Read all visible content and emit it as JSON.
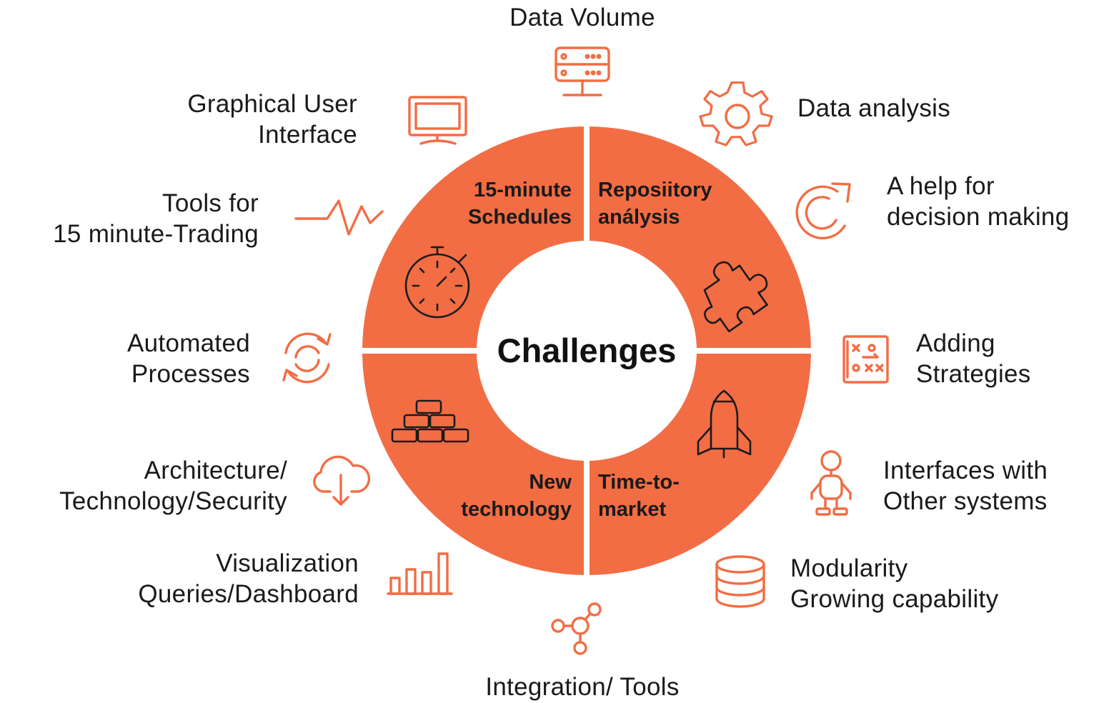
{
  "colors": {
    "accent": "#F26D44",
    "ring": "#F26D44",
    "text": "#1A1A1A",
    "background": "#FFFFFF"
  },
  "center_label": "Challenges",
  "segments": [
    {
      "id": "top-left",
      "line1": "15-minute",
      "line2": "Schedules",
      "icon": "stopwatch-icon"
    },
    {
      "id": "top-right",
      "line1": "Reposiitory",
      "line2": "análysis",
      "icon": "puzzle-piece-icon"
    },
    {
      "id": "bottom-left",
      "line1": "New",
      "line2": "technology",
      "icon": "brick-stack-icon"
    },
    {
      "id": "bottom-right",
      "line1": "Time-to-",
      "line2": "market",
      "icon": "rocket-icon"
    }
  ],
  "outer_items": [
    {
      "id": "data-volume",
      "lines": [
        "Data Volume"
      ],
      "icon": "server-icon"
    },
    {
      "id": "data-analysis",
      "lines": [
        "Data analysis"
      ],
      "icon": "gear-icon"
    },
    {
      "id": "decision-making",
      "lines": [
        "A help for",
        "decision making"
      ],
      "icon": "refresh-arrow-icon"
    },
    {
      "id": "adding-strategies",
      "lines": [
        "Adding",
        "Strategies"
      ],
      "icon": "strategy-board-icon"
    },
    {
      "id": "interfaces",
      "lines": [
        "Interfaces  with",
        "Other systems"
      ],
      "icon": "robot-icon"
    },
    {
      "id": "modularity",
      "lines": [
        "Modularity",
        "Growing capability"
      ],
      "icon": "database-icon"
    },
    {
      "id": "integration",
      "lines": [
        "Integration/ Tools"
      ],
      "icon": "network-nodes-icon"
    },
    {
      "id": "visualization",
      "lines": [
        "Visualization",
        "Queries/Dashboard"
      ],
      "icon": "bar-chart-icon"
    },
    {
      "id": "architecture",
      "lines": [
        "Architecture/",
        "Technology/Security"
      ],
      "icon": "cloud-download-icon"
    },
    {
      "id": "automated",
      "lines": [
        "Automated",
        "Processes"
      ],
      "icon": "sync-icon"
    },
    {
      "id": "trading-tools",
      "lines": [
        "Tools for",
        "15 minute-Trading"
      ],
      "icon": "pulse-line-icon"
    },
    {
      "id": "gui",
      "lines": [
        "Graphical User",
        "Interface"
      ],
      "icon": "monitor-icon"
    }
  ]
}
